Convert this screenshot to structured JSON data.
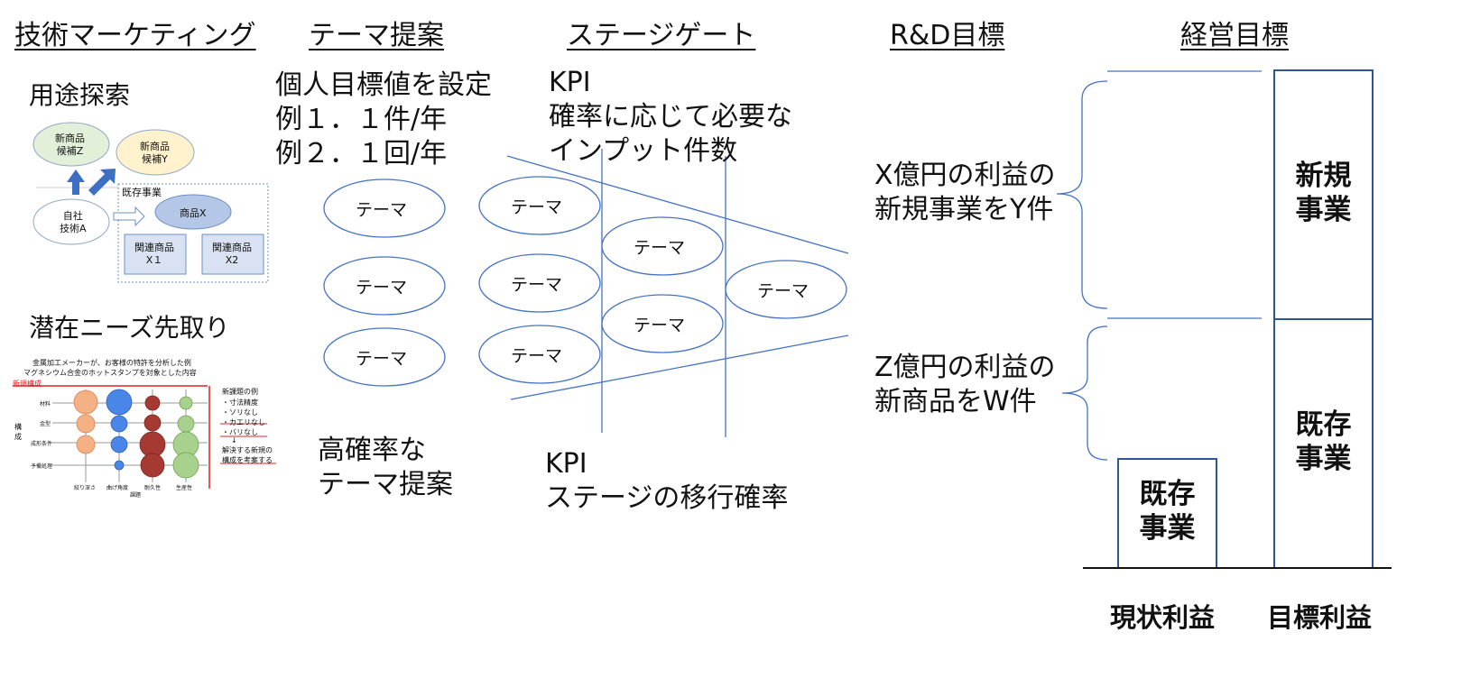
{
  "headers": {
    "col1": "技術マーケティング",
    "col2": "テーマ提案",
    "col3": "ステージゲート",
    "col4": "R&D目標",
    "col5": "経営目標"
  },
  "col1": {
    "use_search_title": "用途探索",
    "candidate_z": [
      "新商品",
      "候補Z"
    ],
    "candidate_y": [
      "新商品",
      "候補Y"
    ],
    "own_tech": [
      "自社",
      "技術A"
    ],
    "existing_business_label": "既存事業",
    "product_x": "商品X",
    "related_x1": [
      "関連商品",
      "X１"
    ],
    "related_x2": [
      "関連商品",
      "X2"
    ],
    "latent_needs_title": "潜在ニーズ先取り",
    "example_title_line1": "金属加工メーカーが、お客様の特許を分析した例",
    "example_title_line2": "マグネシウム合金のホットスタンプを対象とした内容",
    "new_structure_label": "新規構成",
    "row_labels": [
      "材料",
      "金型",
      "成形条件",
      "予備処理"
    ],
    "side_label": [
      "構",
      "成"
    ],
    "col_labels": [
      "絞り深さ",
      "曲げ角度",
      "耐久性",
      "生産性"
    ],
    "bottom_label": "課題",
    "new_issue_title": "新課題の例",
    "new_issue_items": [
      "・寸法精度",
      "・ソリなし",
      "・カエリなし",
      "・バリなし"
    ],
    "arrow_down": "↓",
    "solve_text_line1": "解決する新規の",
    "solve_text_line2": "構成を考案する"
  },
  "col2": {
    "target_lines": [
      "個人目標値を設定",
      "例１．１件/年",
      "例２．１回/年"
    ],
    "theme_label": "テーマ",
    "high_prob_lines": [
      "高確率な",
      "テーマ提案"
    ]
  },
  "col3": {
    "kpi_top_lines": [
      "KPI",
      "確率に応じて必要な",
      "インプット件数"
    ],
    "kpi_bottom_lines": [
      "KPI",
      "ステージの移行確率"
    ]
  },
  "col4": {
    "goal_new_lines": [
      "X億円の利益の",
      "新規事業をY件"
    ],
    "goal_existing_lines": [
      "Z億円の利益の",
      "新商品をW件"
    ]
  },
  "col5": {
    "new_business": [
      "新規",
      "事業"
    ],
    "existing_business_target": [
      "既存",
      "事業"
    ],
    "existing_business_current": [
      "既存",
      "事業"
    ],
    "current_profit": "現状利益",
    "target_profit": "目標利益"
  },
  "colors": {
    "outline_blue": "#4472c4",
    "arrow_blue": "#3d6fc4",
    "ellipse_green": "#e2efd9",
    "ellipse_yellow": "#fff2cc",
    "ellipse_blue": "#b4c7e7",
    "box_blue": "#d9e2f3",
    "red_line": "#e02020",
    "bubble_orange": "#f4b183",
    "bubble_blue": "#4a86e8",
    "bubble_red": "#a63a32",
    "bubble_green": "#a9d18e"
  }
}
